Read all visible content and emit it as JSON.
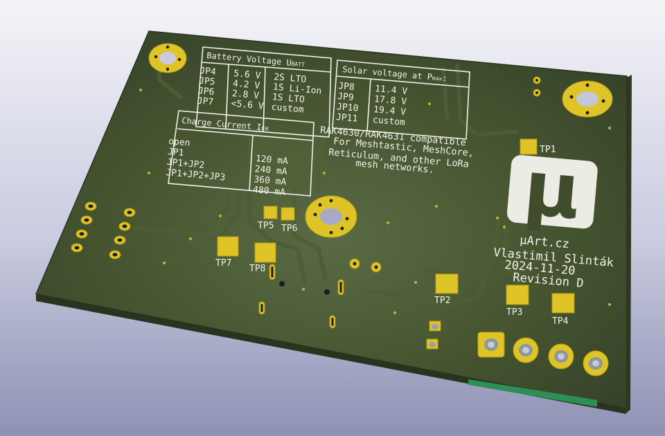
{
  "battery_table": {
    "title": "Battery Voltage U",
    "title_sub": "BATT",
    "rows": [
      {
        "jp": "JP4",
        "voltage": "5.6 V",
        "type": "2S LTO"
      },
      {
        "jp": "JP5",
        "voltage": "4.2 V",
        "type": "1S Li-Ion"
      },
      {
        "jp": "JP6",
        "voltage": "2.8 V",
        "type": "1S LTO"
      },
      {
        "jp": "JP7",
        "voltage": "<5.6 V",
        "type": "custom"
      }
    ]
  },
  "solar_table": {
    "title": "Solar voltage at P",
    "title_sub": "max",
    "title_end": ":",
    "rows": [
      {
        "jp": "JP8",
        "voltage": "11.4 V"
      },
      {
        "jp": "JP9",
        "voltage": "17.8 V"
      },
      {
        "jp": "JP10",
        "voltage": "19.4 V"
      },
      {
        "jp": "JP11",
        "voltage": "custom"
      }
    ]
  },
  "charge_table": {
    "title": "Charge Current I",
    "title_sub": "CH",
    "rows": [
      {
        "setting": "open",
        "current": ""
      },
      {
        "setting": "JP1",
        "current": "120 mA"
      },
      {
        "setting": "JP1+JP2",
        "current": "240 mA"
      },
      {
        "setting": "JP1+JP2+JP3",
        "current": "360 mA"
      },
      {
        "setting": "",
        "current": "480 mA"
      }
    ]
  },
  "compat_text": [
    "RAK4630/RAK4631 compatible",
    "For Meshtastic, MeshCore,",
    "Reticulum, and other LoRa",
    "mesh networks."
  ],
  "logo": {
    "glyph": "μ"
  },
  "credits": {
    "brand": "μArt.cz",
    "author": "Vlastimil Slinták",
    "date": "2024-11-20",
    "revision": "Revision D"
  },
  "test_points": {
    "tp1": "TP1",
    "tp2": "TP2",
    "tp3": "TP3",
    "tp4": "TP4",
    "tp5": "TP5",
    "tp6": "TP6",
    "tp7": "TP7",
    "tp8": "TP8"
  },
  "colors": {
    "board": "#3f4d2c",
    "silkscreen": "#f2f2ea",
    "pad": "#dfc427",
    "background_top": "#f4f4f8",
    "background_bottom": "#8e91b3"
  }
}
